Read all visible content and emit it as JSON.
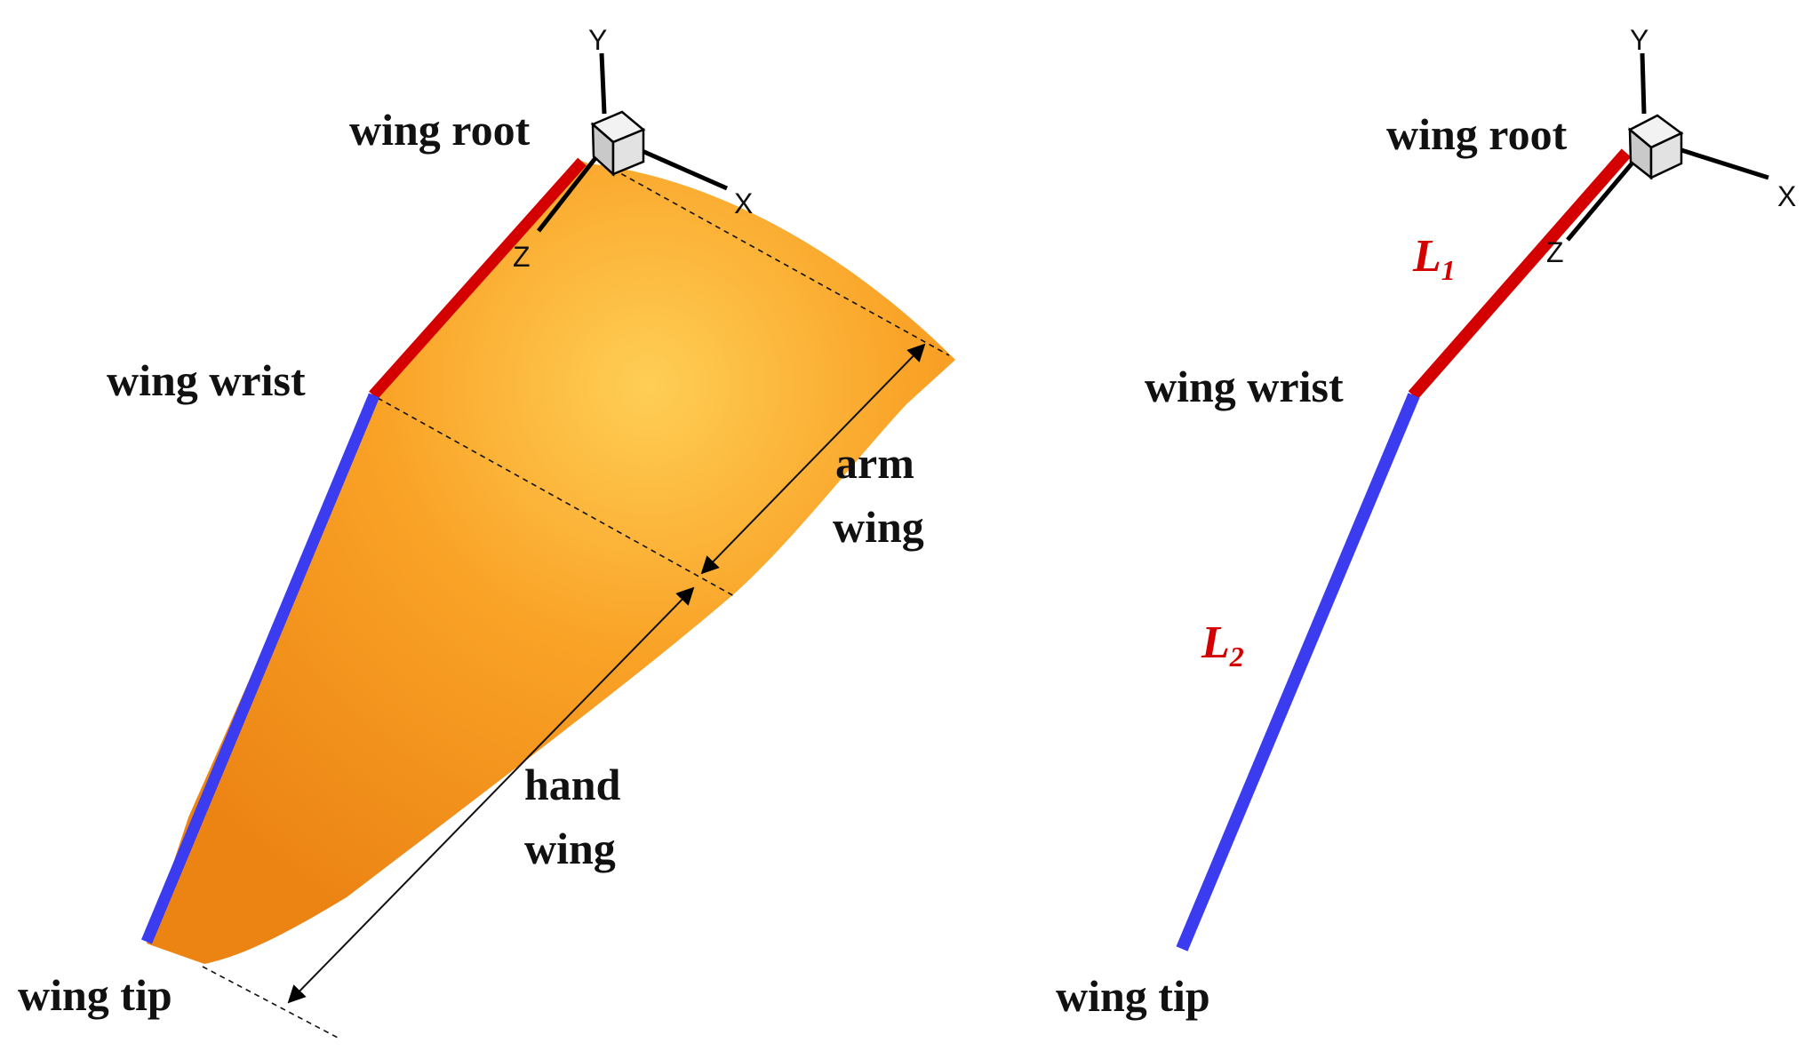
{
  "left": {
    "labels": {
      "root": "wing root",
      "wrist": "wing wrist",
      "tip": "wing tip",
      "arm_line1": "arm",
      "arm_line2": "wing",
      "hand_line1": "hand",
      "hand_line2": "wing"
    },
    "axes": {
      "x": "X",
      "y": "Y",
      "z": "Z"
    }
  },
  "right": {
    "labels": {
      "root": "wing root",
      "wrist": "wing wrist",
      "tip": "wing tip",
      "L1_base": "L",
      "L1_sub": "1",
      "L2_base": "L",
      "L2_sub": "2"
    },
    "axes": {
      "x": "X",
      "y": "Y",
      "z": "Z"
    }
  },
  "colors": {
    "arm_segment": "#d40000",
    "hand_segment": "#3b3bf0",
    "wing_surface": "#f59a1c",
    "symbol_text": "#d40000"
  }
}
